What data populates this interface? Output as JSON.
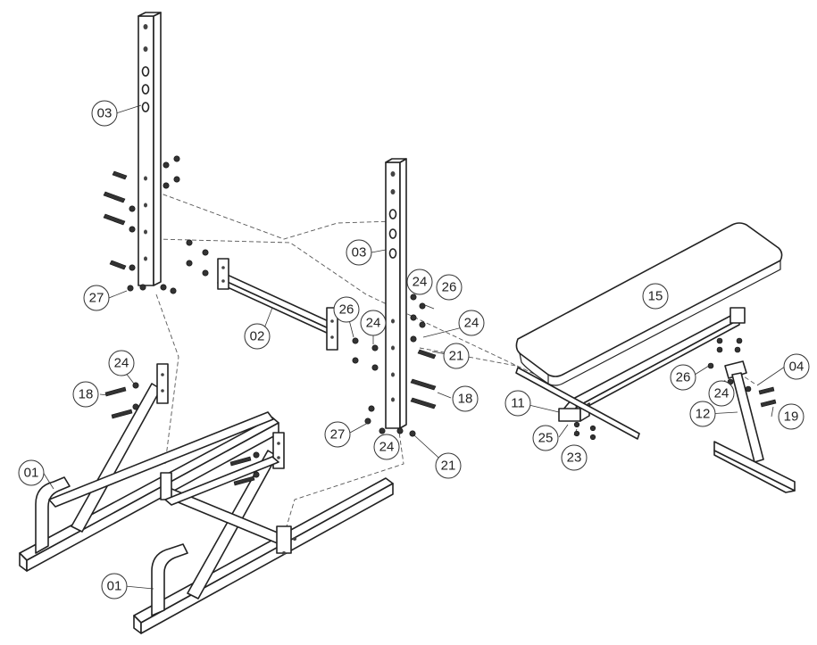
{
  "diagram": {
    "colors": {
      "line": "#222222",
      "background": "#ffffff",
      "fastener": "#333333"
    },
    "parts": [
      {
        "key": "p01a",
        "label": "01"
      },
      {
        "key": "p01b",
        "label": "01"
      },
      {
        "key": "p02",
        "label": "02"
      },
      {
        "key": "p03a",
        "label": "03"
      },
      {
        "key": "p03b",
        "label": "03"
      },
      {
        "key": "p04",
        "label": "04"
      },
      {
        "key": "p11",
        "label": "11"
      },
      {
        "key": "p12",
        "label": "12"
      },
      {
        "key": "p15",
        "label": "15"
      },
      {
        "key": "p18a",
        "label": "18"
      },
      {
        "key": "p18b",
        "label": "18"
      },
      {
        "key": "p19",
        "label": "19"
      },
      {
        "key": "p21a",
        "label": "21"
      },
      {
        "key": "p21b",
        "label": "21"
      },
      {
        "key": "p23",
        "label": "23"
      },
      {
        "key": "p24a",
        "label": "24"
      },
      {
        "key": "p24b",
        "label": "24"
      },
      {
        "key": "p24c",
        "label": "24"
      },
      {
        "key": "p24d",
        "label": "24"
      },
      {
        "key": "p24e",
        "label": "24"
      },
      {
        "key": "p24f",
        "label": "24"
      },
      {
        "key": "p25",
        "label": "25"
      },
      {
        "key": "p26a",
        "label": "26"
      },
      {
        "key": "p26b",
        "label": "26"
      },
      {
        "key": "p26c",
        "label": "26"
      },
      {
        "key": "p27a",
        "label": "27"
      },
      {
        "key": "p27b",
        "label": "27"
      }
    ]
  }
}
